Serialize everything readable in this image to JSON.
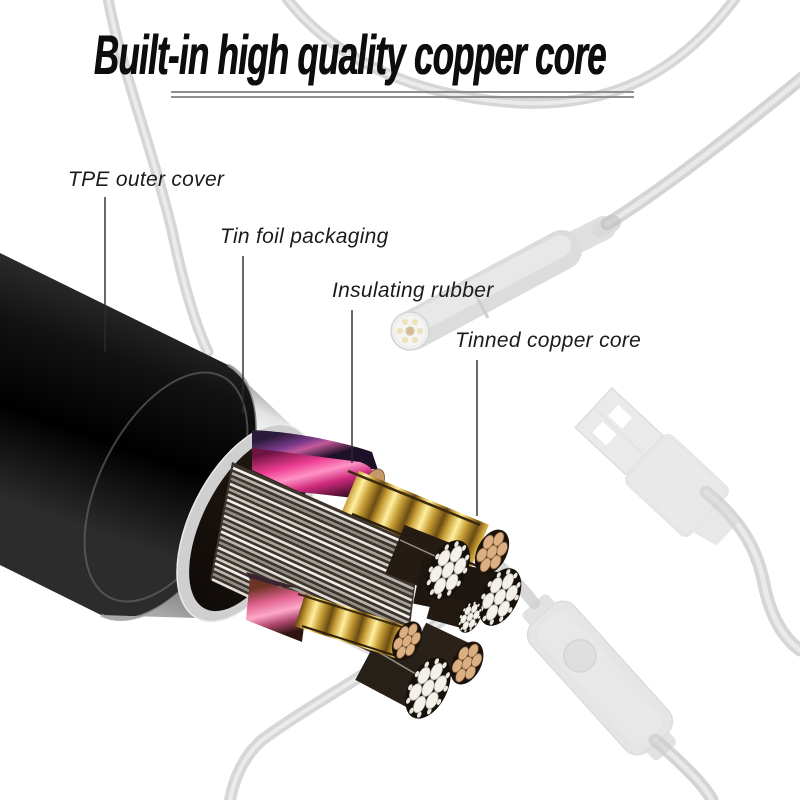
{
  "image": {
    "title": "Built-in high quality copper core",
    "callouts": [
      {
        "label": "TPE outer cover"
      },
      {
        "label": "Tin foil packaging"
      },
      {
        "label": "Insulating rubber"
      },
      {
        "label": "Tinned copper core"
      }
    ],
    "colors": {
      "title_text": "#0d0d0d",
      "label_text": "#1b1b1b",
      "underline": "#8f8f8f",
      "leader_line": "#2b2b2b",
      "jacket_black": "#0e0e0e",
      "foil_silver": "#d9d9d9",
      "insulation_pink": "#ee3d94",
      "copper_gold": "#d4ad46",
      "copper_strand": "#dcae83",
      "background_faded_gray": "#d4d4d4"
    }
  }
}
